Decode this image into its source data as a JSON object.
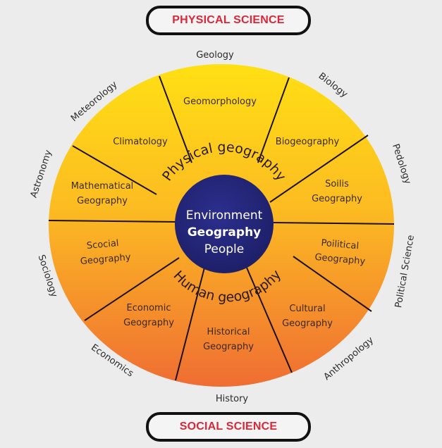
{
  "header": {
    "top_label": "PHYSICAL SCIENCE",
    "bottom_label": "SOCIAL SCIENCE"
  },
  "colors": {
    "accent_red": "#d9283a",
    "ring_top": "#ffd21a",
    "ring_bottom": "#f07a30",
    "center_blue": "#25277a",
    "background": "#ececec"
  },
  "center": {
    "line1": "Environment",
    "line2": "Geography",
    "line3": "People"
  },
  "arcs": {
    "physical": "Physical geography",
    "human": "Human geography"
  },
  "segments": {
    "geomorphology": [
      "Geomorphology"
    ],
    "biogeography": [
      "Biogeography"
    ],
    "soils": [
      "Soilis",
      "Geography"
    ],
    "political": [
      "Poilitical",
      "Geography"
    ],
    "cultural": [
      "Cultural",
      "Geography"
    ],
    "historical": [
      "Historical",
      "Geography"
    ],
    "economic": [
      "Economic",
      "Geography"
    ],
    "social": [
      "Scocial",
      "Geography"
    ],
    "mathematical": [
      "Mathematical",
      "Geography"
    ],
    "climatology": [
      "Climatology"
    ]
  },
  "outer": {
    "geology": "Geology",
    "biology": "Biology",
    "pedology": "Pedology",
    "political_science": "Political Science",
    "anthropology": "Anthropology",
    "history": "History",
    "economics": "Economics",
    "sociology": "Sociology",
    "astronomy": "Astronomy",
    "meteorology": "Meteorology"
  }
}
